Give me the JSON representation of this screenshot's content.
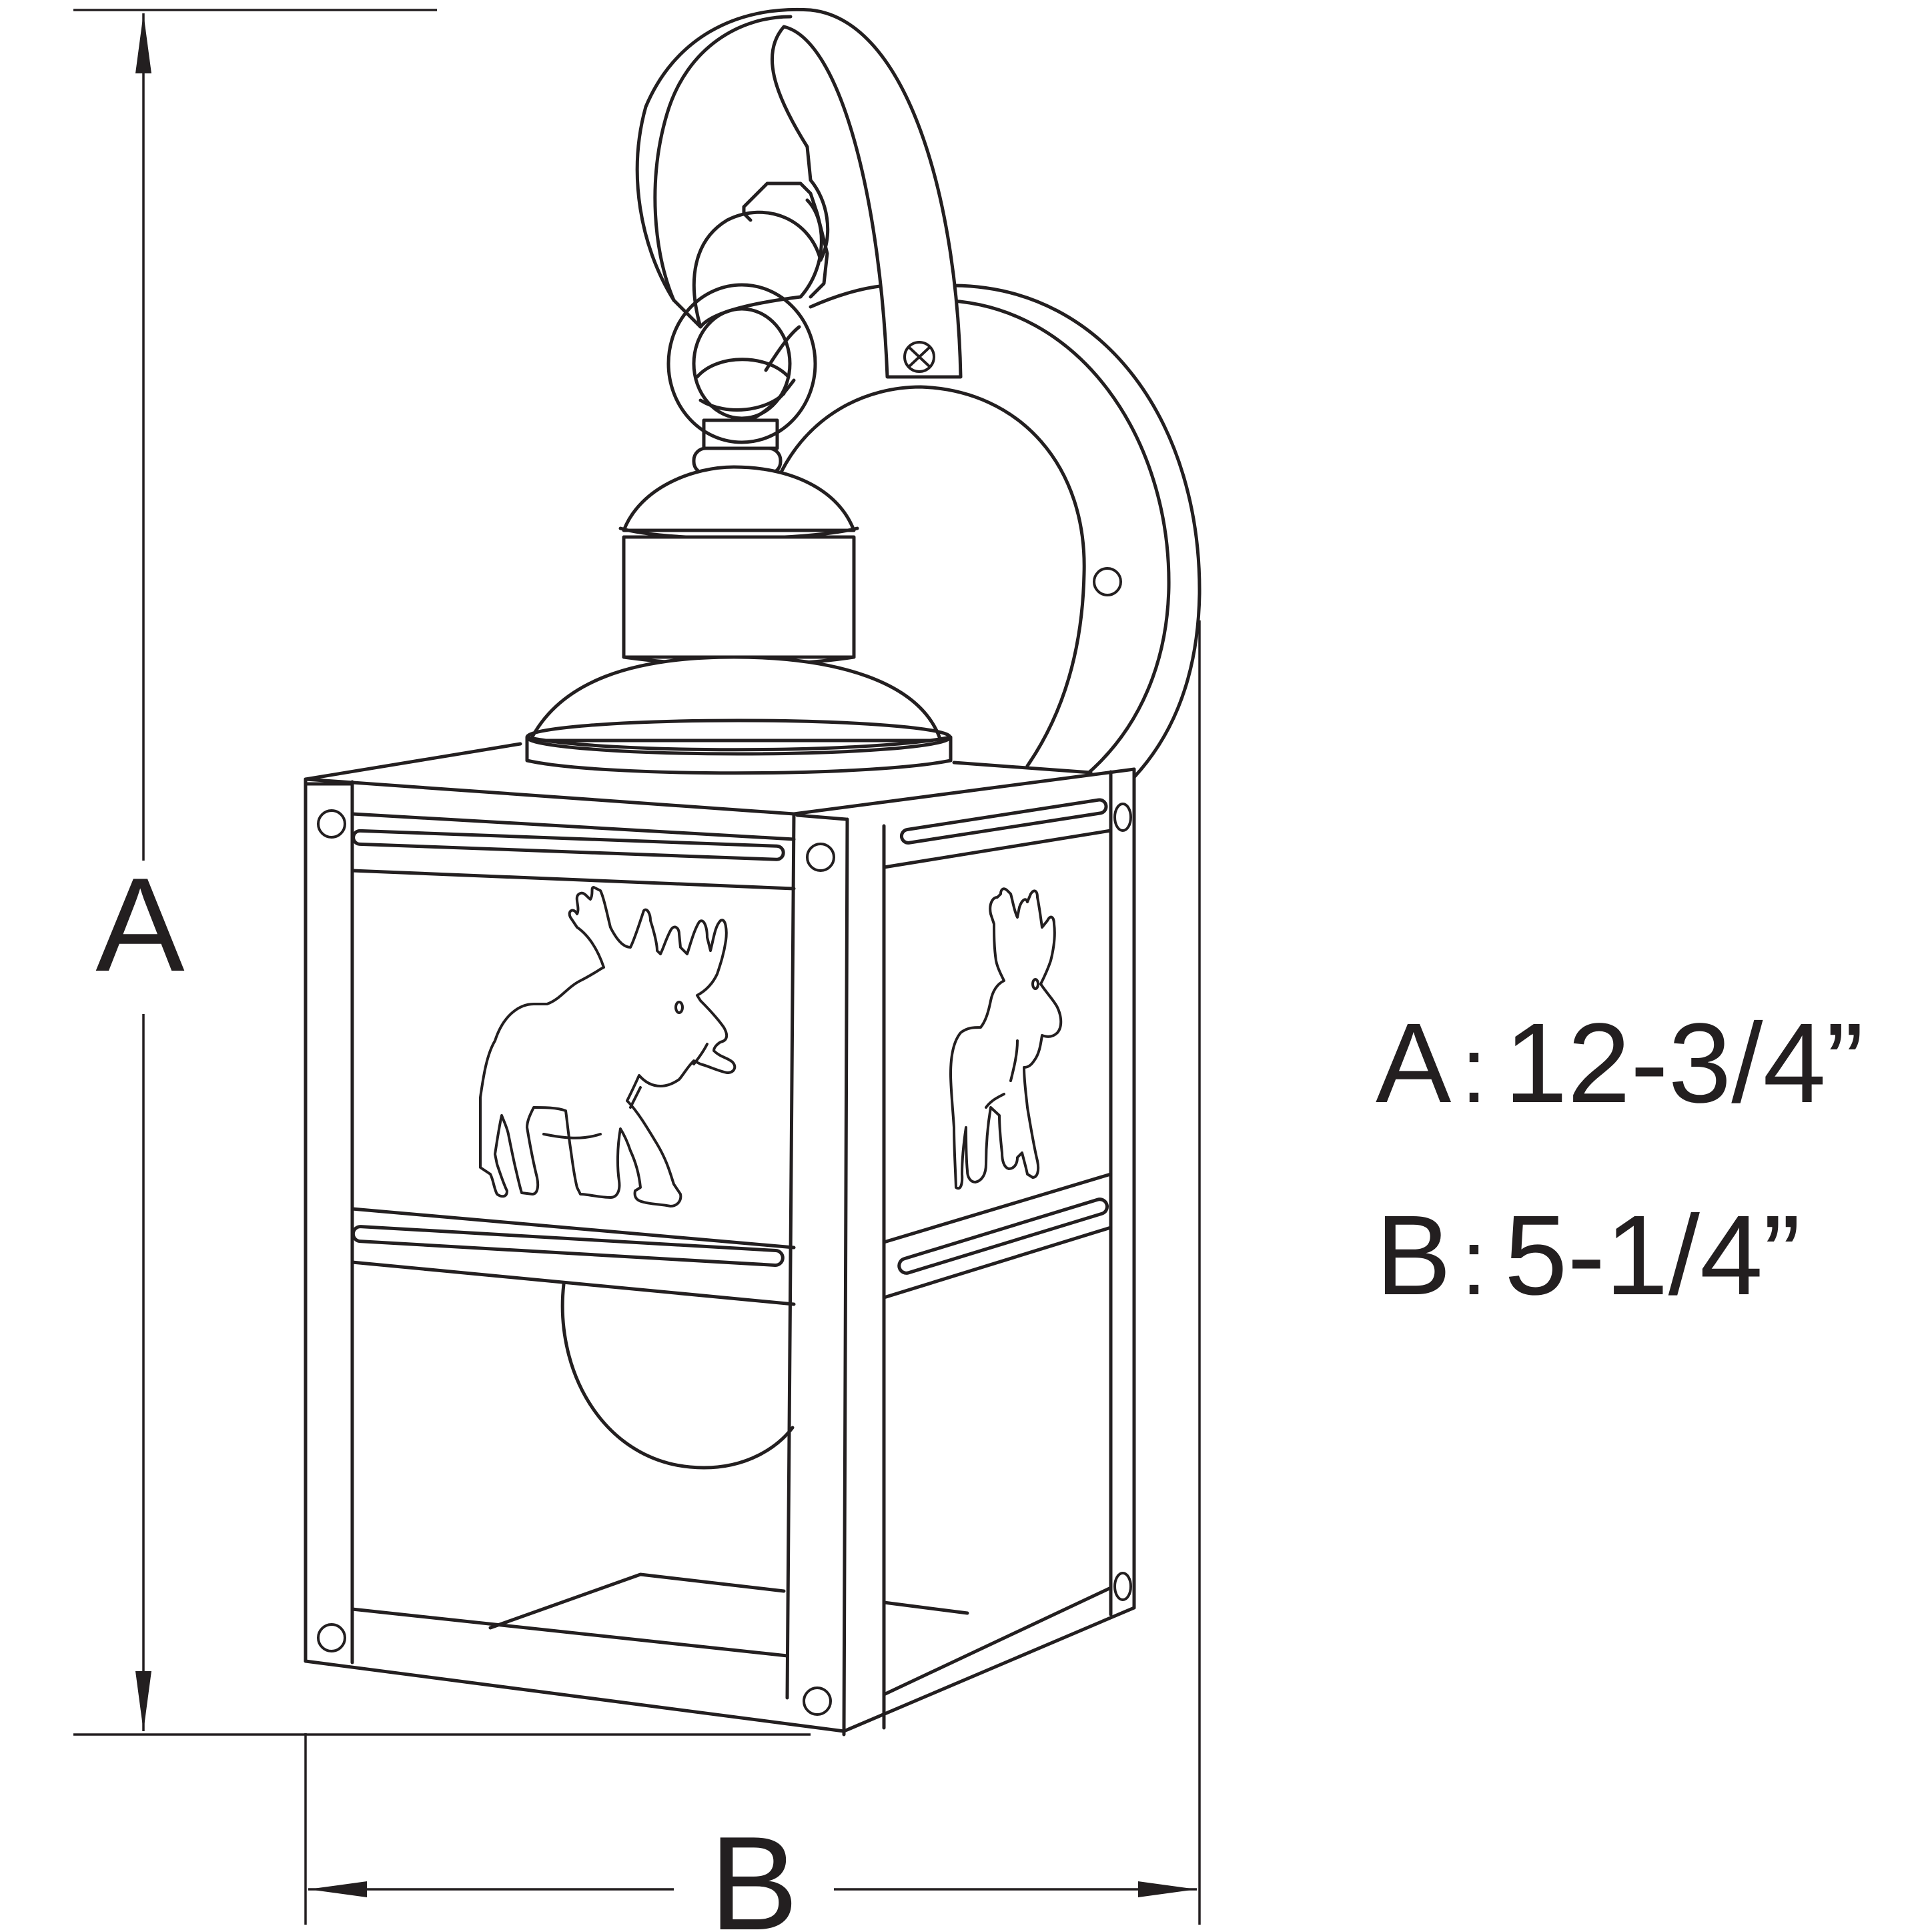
{
  "dimension_labels": {
    "height_letter": "A",
    "width_letter": "B"
  },
  "legend": {
    "height_key": "A",
    "height_sep": ":",
    "height_value": "12-3/4”",
    "width_key": "B",
    "width_sep": ":",
    "width_value": "5-1/4”"
  },
  "colors": {
    "line": "#231f20",
    "background": "#ffffff"
  },
  "icons": {
    "motif": "moose-silhouette-icon",
    "fixture": "lantern-wall-sconce"
  }
}
